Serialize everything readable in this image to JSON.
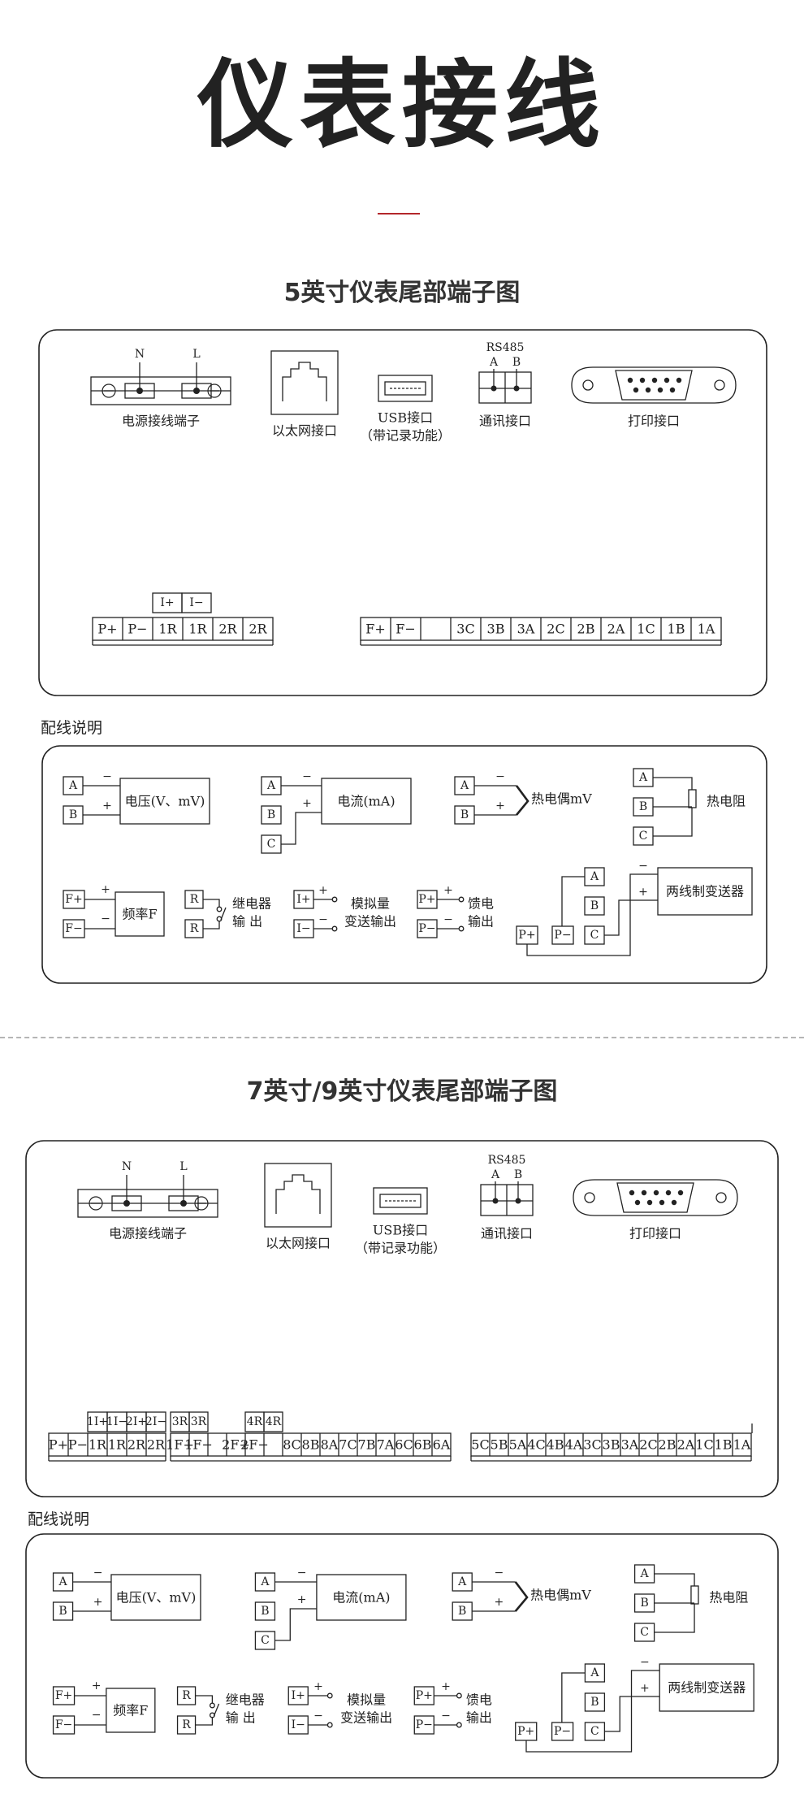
{
  "title": "仪表接线",
  "section1": {
    "title": "5英寸仪表尾部端子图",
    "terminals": {
      "power": {
        "n": "N",
        "l": "L",
        "label": "电源接线端子"
      },
      "ethernet": {
        "label": "以太网接口"
      },
      "usb": {
        "label": "USB接口",
        "sub": "（带记录功能）"
      },
      "rs485": {
        "title": "RS485",
        "a": "A",
        "b": "B",
        "label": "通讯接口"
      },
      "print": {
        "label": "打印接口"
      }
    },
    "strip_left_top": [
      "I+",
      "I−"
    ],
    "strip_left": [
      "P+",
      "P−",
      "1R",
      "1R",
      "2R",
      "2R"
    ],
    "strip_right": [
      "F+",
      "F−",
      "",
      "3C",
      "3B",
      "3A",
      "2C",
      "2B",
      "2A",
      "1C",
      "1B",
      "1A"
    ]
  },
  "wiring1": {
    "heading": "配线说明"
  },
  "section2": {
    "title": "7英寸/9英寸仪表尾部端子图",
    "terminals": {
      "power": {
        "n": "N",
        "l": "L",
        "label": "电源接线端子"
      },
      "ethernet": {
        "label": "以太网接口"
      },
      "usb": {
        "label": "USB接口",
        "sub": "（带记录功能）"
      },
      "rs485": {
        "title": "RS485",
        "a": "A",
        "b": "B",
        "label": "通讯接口"
      },
      "print": {
        "label": "打印接口"
      }
    },
    "strip_a_top": [
      "1I+",
      "1I−",
      "2I+",
      "2I−"
    ],
    "strip_a": [
      "P+",
      "P−",
      "1R",
      "1R",
      "2R",
      "2R"
    ],
    "strip_b_top": [
      "3R",
      "3R",
      "",
      "",
      "4R",
      "4R"
    ],
    "strip_b": [
      "1F+",
      "1F−",
      "",
      "2F+",
      "2F−",
      "",
      "8C",
      "8B",
      "8A",
      "7C",
      "7B",
      "7A",
      "6C",
      "6B",
      "6A"
    ],
    "strip_c": [
      "5C",
      "5B",
      "5A",
      "4C",
      "4B",
      "4A",
      "3C",
      "3B",
      "3A",
      "2C",
      "2B",
      "2A",
      "1C",
      "1B",
      "1A"
    ]
  },
  "wiring2": {
    "heading": "配线说明"
  },
  "wiring": {
    "voltage": {
      "a": "A",
      "b": "B",
      "minus": "−",
      "plus": "+",
      "label": "电压(V、mV)"
    },
    "current": {
      "a": "A",
      "b": "B",
      "c": "C",
      "minus": "−",
      "plus": "+",
      "label": "电流(mA)"
    },
    "thermocouple": {
      "a": "A",
      "b": "B",
      "minus": "−",
      "plus": "+",
      "label": "热电偶mV"
    },
    "rtd": {
      "a": "A",
      "b": "B",
      "c": "C",
      "label": "热电阻"
    },
    "freq": {
      "fp": "F+",
      "fm": "F−",
      "plus": "+",
      "minus": "−",
      "label": "频率F"
    },
    "relay": {
      "r": "R",
      "label1": "继电器",
      "label2": "输  出"
    },
    "analog": {
      "ip": "I+",
      "im": "I−",
      "plus": "+",
      "minus": "−",
      "label1": "模拟量",
      "label2": "变送输出"
    },
    "feed": {
      "pp": "P+",
      "pm": "P−",
      "plus": "+",
      "minus": "−",
      "label1": "馈电",
      "label2": "输出"
    },
    "twowire": {
      "a": "A",
      "b": "B",
      "c": "C",
      "pp": "P+",
      "pm": "P−",
      "minus": "−",
      "plus": "+",
      "label": "两线制变送器"
    }
  }
}
